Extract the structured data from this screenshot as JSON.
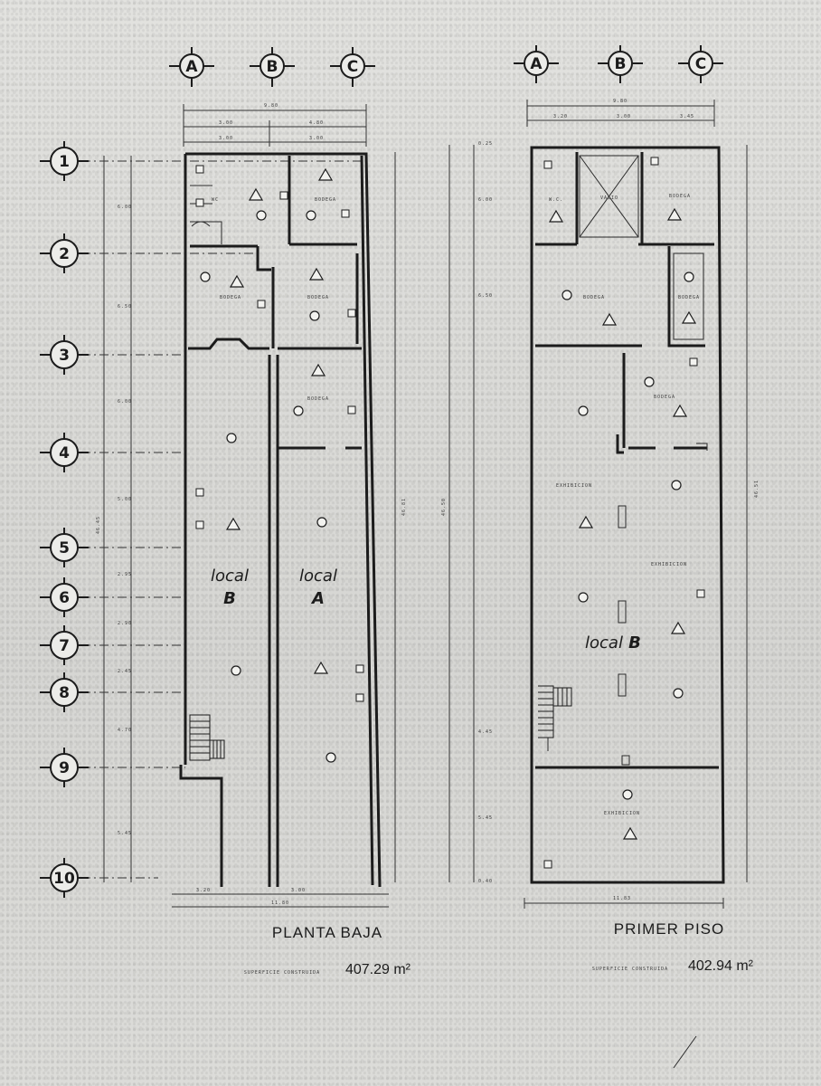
{
  "plans": {
    "ground": {
      "title": "PLANTA BAJA",
      "area_label": "SUPERFICIE CONSTRUIDA",
      "area_value": "407.29 m²",
      "local_b": {
        "word": "local",
        "letter": "B"
      },
      "local_a": {
        "word": "local",
        "letter": "A"
      },
      "rooms": {
        "wc": "WC",
        "bodega1": "BODEGA",
        "bodega2": "BODEGA",
        "bodega3": "BODEGA",
        "bodega4": "BODEGA"
      },
      "dims": {
        "total_width": "11.80",
        "seg_left": "3.00",
        "seg_mid": "3.00",
        "left_total": "46.45",
        "right_total": "46.81",
        "bottom_left": "3.20"
      }
    },
    "first": {
      "title": "PRIMER PISO",
      "area_label": "SUPERFICIE CONSTRUIDA",
      "area_value": "402.94 m²",
      "local_b": {
        "word": "local",
        "letter": "B"
      },
      "rooms": {
        "wc": "W.C.",
        "vacio": "VACIO",
        "bodega1": "BODEGA",
        "bodega2": "BODEGA",
        "bodega3": "BODEGA",
        "bodega4": "BODEGA",
        "exhib1": "EXHIBICION",
        "exhib2": "EXHIBICION",
        "exhib3": "EXHIBICION"
      },
      "dims": {
        "total_width": "11.83",
        "top_width": "9.80",
        "left_total": "46.50",
        "right_total": "46.51"
      }
    }
  },
  "grid": {
    "columns": [
      "A",
      "B",
      "C"
    ],
    "rows": [
      "1",
      "2",
      "3",
      "4",
      "5",
      "6",
      "7",
      "8",
      "9",
      "10"
    ],
    "row_spacing": [
      "6.00",
      "6.50",
      "6.00",
      "5.00",
      "2.95",
      "2.90",
      "2.45",
      "4.70",
      "5.45"
    ]
  }
}
